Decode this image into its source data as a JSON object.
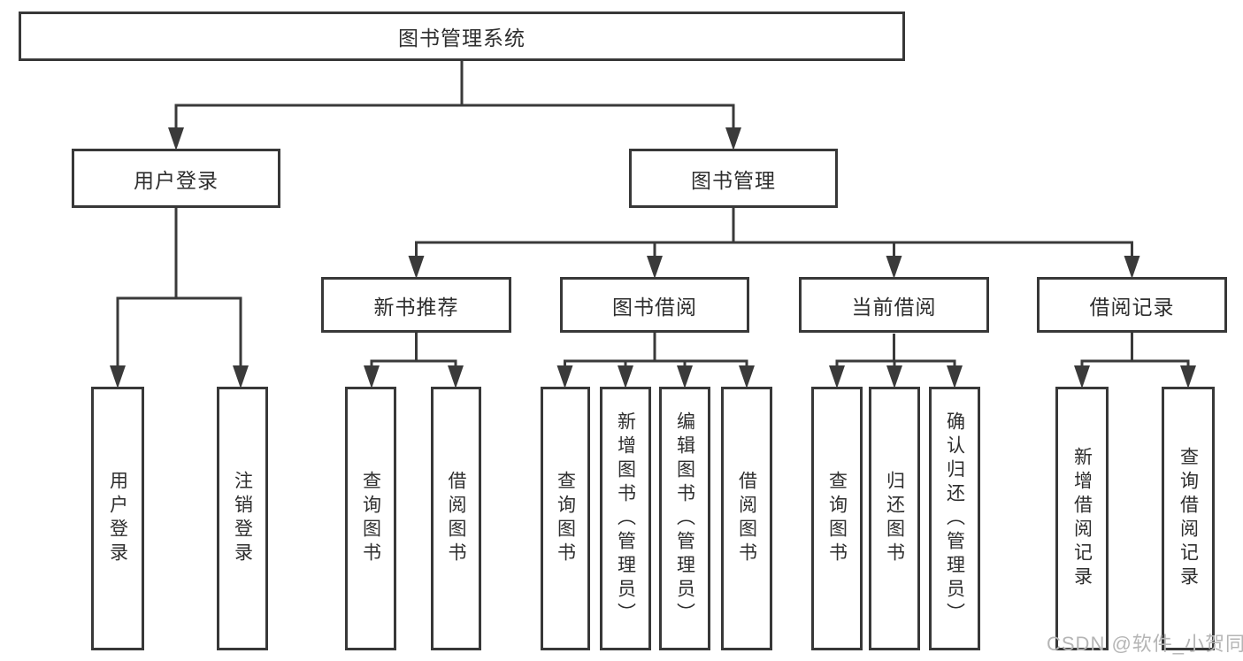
{
  "diagram": {
    "root": "图书管理系统",
    "level2": {
      "user_login": "用户登录",
      "book_mgmt": "图书管理"
    },
    "level3": {
      "new_book": "新书推荐",
      "book_borrow": "图书借阅",
      "current_borrow": "当前借阅",
      "borrow_record": "借阅记录"
    },
    "leaves": {
      "user_login": [
        "用户登录",
        "注销登录"
      ],
      "new_book": [
        "查询图书",
        "借阅图书"
      ],
      "book_borrow": [
        "查询图书",
        "新增图书（管理员）",
        "编辑图书（管理员）",
        "借阅图书"
      ],
      "current_borrow": [
        "查询图书",
        "归还图书",
        "确认归还（管理员）"
      ],
      "borrow_record": [
        "新增借阅记录",
        "查询借阅记录"
      ]
    }
  },
  "watermark": "CSDN @软件_小贺同学",
  "colors": {
    "line": "#3a3a3a",
    "text": "#2e2e2e",
    "watermark": "#b5b5b5",
    "background": "#ffffff"
  }
}
